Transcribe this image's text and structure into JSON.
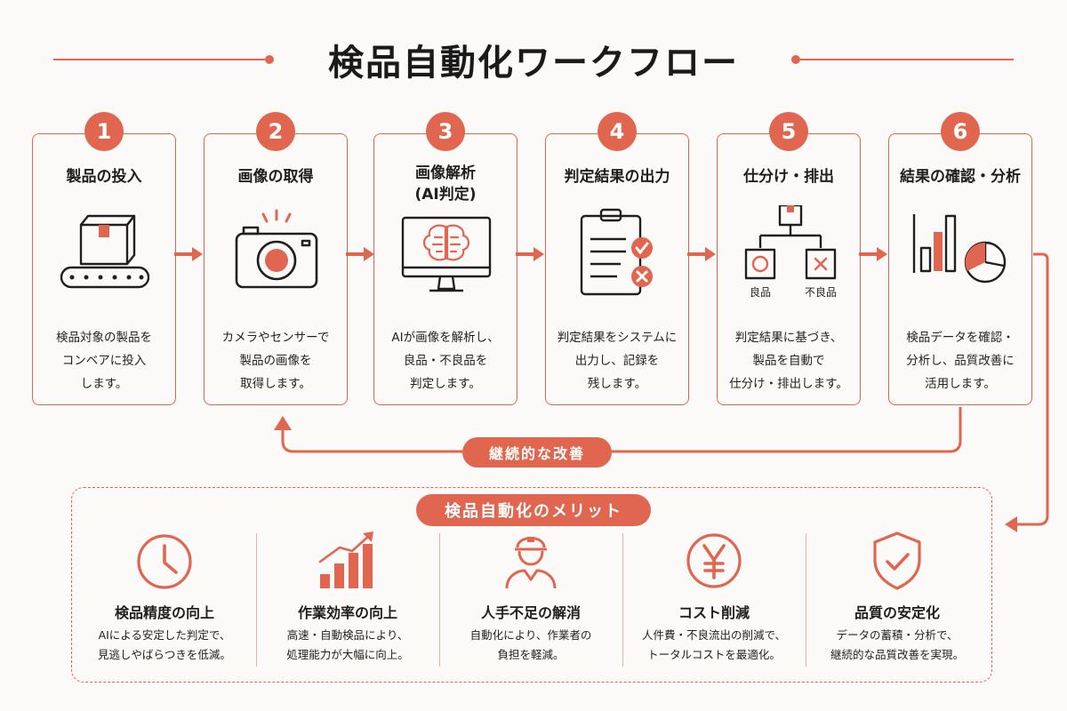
{
  "title": "検品自動化ワークフロー",
  "colors": {
    "accent": "#e06650",
    "text": "#1f1f1f",
    "background": "#fbfaf8"
  },
  "steps": [
    {
      "number": "1",
      "title": "製品の投入",
      "icon": "conveyor-box-icon",
      "description": "検品対象の製品を\nコンベアに投入\nします。"
    },
    {
      "number": "2",
      "title": "画像の取得",
      "icon": "camera-icon",
      "description": "カメラやセンサーで\n製品の画像を\n取得します。"
    },
    {
      "number": "3",
      "title": "画像解析\n(AI判定)",
      "icon": "ai-brain-monitor-icon",
      "description": "AIが画像を解析し、\n良品・不良品を\n判定します。"
    },
    {
      "number": "4",
      "title": "判定結果の出力",
      "icon": "clipboard-check-icon",
      "description": "判定結果をシステムに\n出力し、記録を\n残します。"
    },
    {
      "number": "5",
      "title": "仕分け・排出",
      "icon": "sorting-tree-icon",
      "good_label": "良品",
      "defect_label": "不良品",
      "description": "判定結果に基づき、\n製品を自動で\n仕分け・排出します。"
    },
    {
      "number": "6",
      "title": "結果の確認・分析",
      "icon": "bar-pie-chart-icon",
      "description": "検品データを確認・\n分析し、品質改善に\n活用します。"
    }
  ],
  "feedback_label": "継続的な改善",
  "merits": {
    "title": "検品自動化のメリット",
    "items": [
      {
        "title": "検品精度の向上",
        "icon": "clock-icon",
        "description": "AIによる安定した判定で、\n見逃しやばらつきを低減。"
      },
      {
        "title": "作業効率の向上",
        "icon": "growth-bar-icon",
        "description": "高速・自動検品により、\n処理能力が大幅に向上。"
      },
      {
        "title": "人手不足の解消",
        "icon": "worker-icon",
        "description": "自動化により、作業者の\n負担を軽減。"
      },
      {
        "title": "コスト削減",
        "icon": "yen-icon",
        "description": "人件費・不良流出の削減で、\nトータルコストを最適化。"
      },
      {
        "title": "品質の安定化",
        "icon": "shield-check-icon",
        "description": "データの蓄積・分析で、\n継続的な品質改善を実現。"
      }
    ]
  }
}
